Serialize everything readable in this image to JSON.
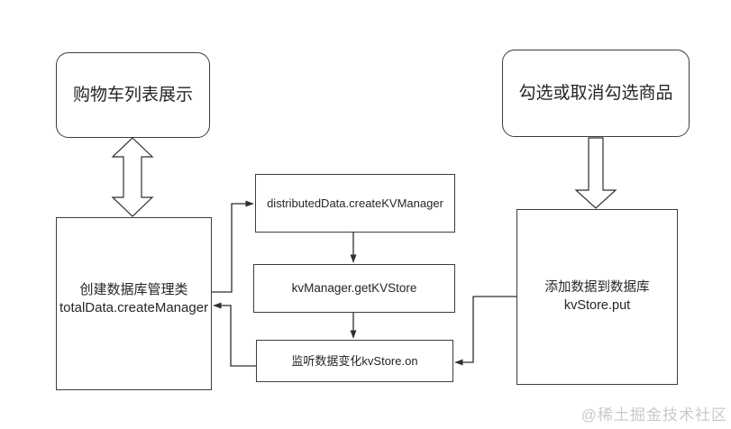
{
  "diagram": {
    "background": "#ffffff",
    "line_color": "#2e2e2e",
    "border_color": "#3d3d3d",
    "text_color": "#262626",
    "nodes": {
      "cart_display": {
        "label": "购物车列表展示",
        "shape": "rounded-rect"
      },
      "check_product": {
        "label": "勾选或取消勾选商品",
        "shape": "rounded-rect"
      },
      "create_manager": {
        "label_zh": "创建数据库管理类",
        "label_code": "totalData.createManager",
        "shape": "rect"
      },
      "create_kv_manager": {
        "label": "distributedData.createKVManager",
        "shape": "rect"
      },
      "get_kv_store": {
        "label": "kvManager.getKVStore",
        "shape": "rect"
      },
      "kv_store_on": {
        "label": "监听数据变化kvStore.on",
        "shape": "rect"
      },
      "kv_store_put": {
        "label_zh": "添加数据到数据库",
        "label_code": "kvStore.put",
        "shape": "rect"
      }
    },
    "edges": [
      {
        "from": "cart_display",
        "to": "create_manager",
        "type": "double-headed-block-arrow"
      },
      {
        "from": "check_product",
        "to": "kv_store_put",
        "type": "block-arrow"
      },
      {
        "from": "create_manager",
        "to": "create_kv_manager",
        "type": "arrow"
      },
      {
        "from": "create_kv_manager",
        "to": "get_kv_store",
        "type": "arrow"
      },
      {
        "from": "get_kv_store",
        "to": "kv_store_on",
        "type": "arrow"
      },
      {
        "from": "kv_store_on",
        "to": "create_manager",
        "type": "arrow"
      },
      {
        "from": "kv_store_put",
        "to": "kv_store_on",
        "type": "arrow"
      }
    ]
  },
  "watermark": {
    "text": "@稀土掘金技术社区",
    "color": "#c9c9c9"
  }
}
